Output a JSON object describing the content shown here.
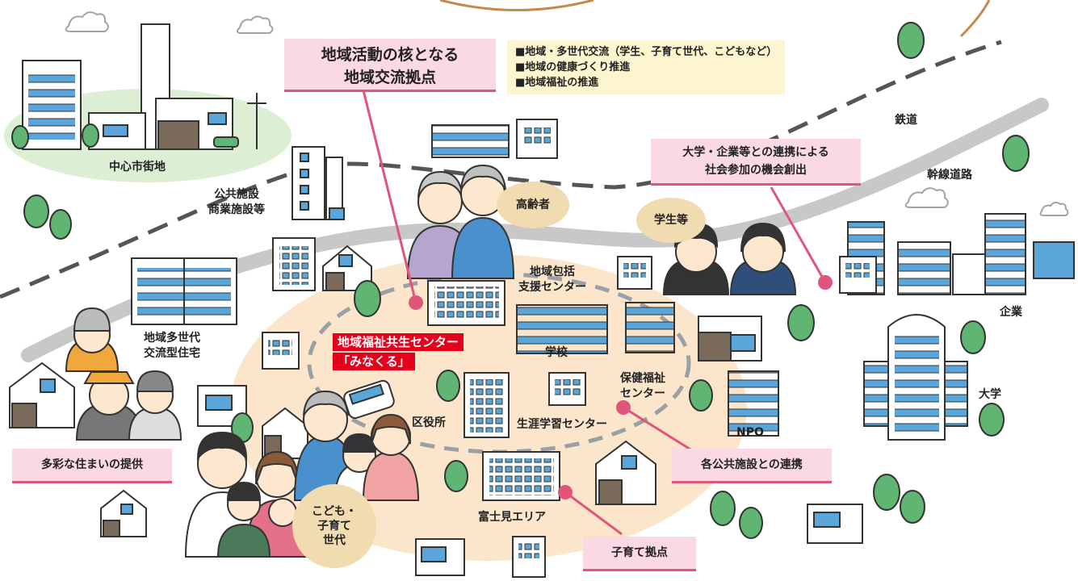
{
  "hub_title": [
    "地域活動の核となる",
    "地域交流拠点"
  ],
  "hub_items": [
    "■地域・多世代交流（学生、子育て世代、こどもなど）",
    "■地域の健康づくり推進",
    "■地域福祉の推進"
  ],
  "center_name": [
    "地域福祉共生センター",
    "「みなくる」"
  ],
  "callouts": {
    "university": [
      "大学・企業等との連携による",
      "社会参加の機会創出"
    ],
    "housing": "多彩な住まいの提供",
    "public": "各公共施設との連携",
    "childcare": "子育て拠点"
  },
  "bubbles": {
    "elderly": "高齢者",
    "students": "学生等",
    "children": [
      "こども・",
      "子育て",
      "世代"
    ]
  },
  "places": {
    "downtown": "中心市街地",
    "public_commercial": [
      "公共施設",
      "商業施設等"
    ],
    "railway": "鉄道",
    "main_road": "幹線道路",
    "company": "企業",
    "university": "大学",
    "support_center": [
      "地域包括",
      "支援センター"
    ],
    "school": "学校",
    "health_center": [
      "保健福祉",
      "センター"
    ],
    "npo": "NPO",
    "ward_office": "区役所",
    "lifelong": "生涯学習センター",
    "fujimi": "富士見エリア",
    "housing": [
      "地域多世代",
      "交流型住宅"
    ]
  },
  "colors": {
    "pink_fill": "#fbd9e4",
    "pink_line": "#e0557a",
    "cream": "#fdf5cf",
    "red": "#e5001b",
    "area_fill": "#fbe6cb",
    "bubble": "#f1dbb0",
    "downtown_green": "#dcefd5",
    "tree_green": "#5fb571",
    "building_blue": "#5aa6d8",
    "road_gray": "#c8c8c8",
    "rail_gray": "#555555"
  }
}
